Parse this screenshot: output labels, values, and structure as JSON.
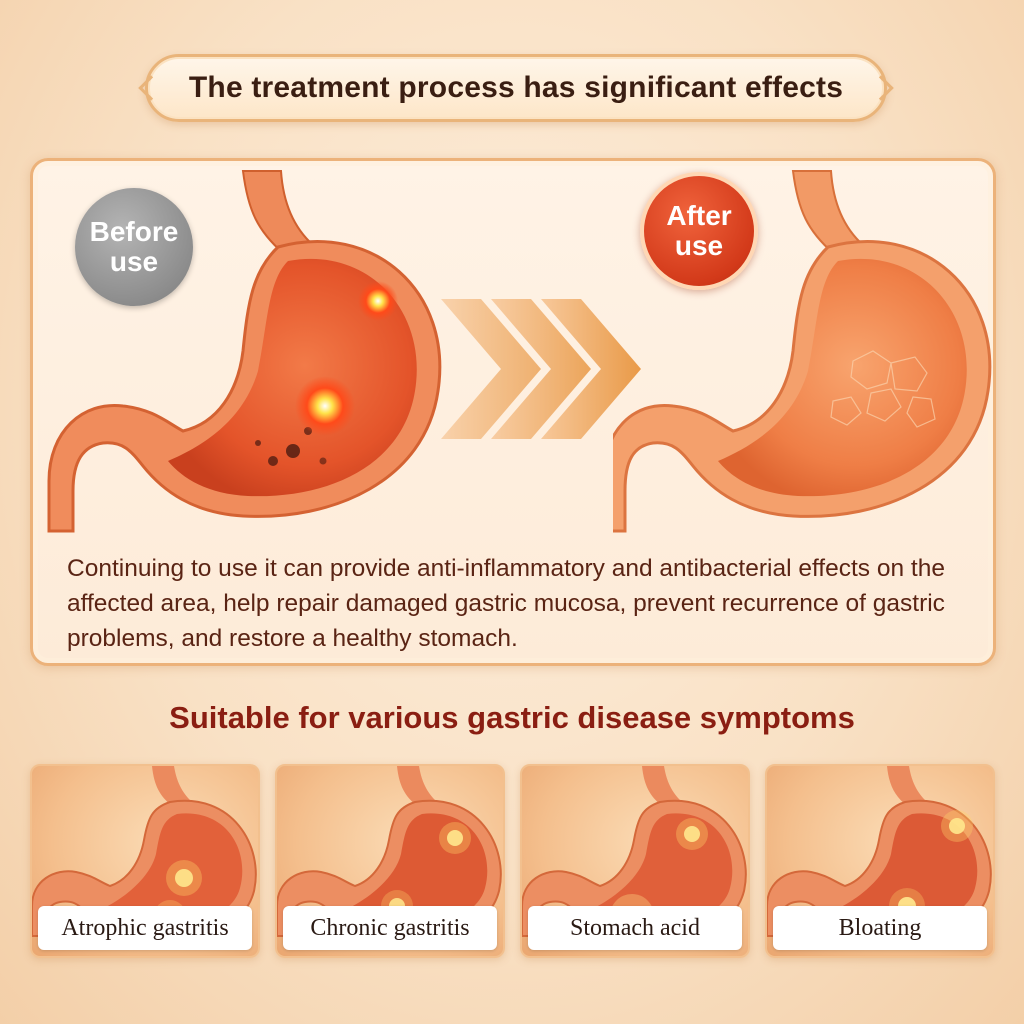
{
  "header": {
    "title": "The treatment process has significant effects"
  },
  "comparison": {
    "before_badge": {
      "line1": "Before",
      "line2": "use"
    },
    "after_badge": {
      "line1": "After",
      "line2": "use"
    },
    "description": "Continuing to use it can provide anti-inflammatory and antibacterial effects on the affected area, help repair damaged gastric mucosa, prevent recurrence of gastric problems, and restore a healthy stomach."
  },
  "symptoms": {
    "title": "Suitable for various gastric disease symptoms",
    "items": [
      {
        "label": "Atrophic gastritis"
      },
      {
        "label": "Chronic gastritis"
      },
      {
        "label": "Stomach acid"
      },
      {
        "label": "Bloating"
      }
    ]
  },
  "colors": {
    "title_text": "#3a1e12",
    "section_title": "#8a1e12",
    "description_text": "#5a2414",
    "before_badge": "#8d8d8d",
    "after_badge": "#d33a1a",
    "border_gold": "#ecb27a",
    "stomach_orange": "#e86a3a"
  },
  "icons": {
    "progress_arrows": "triple-chevron-right-icon"
  }
}
